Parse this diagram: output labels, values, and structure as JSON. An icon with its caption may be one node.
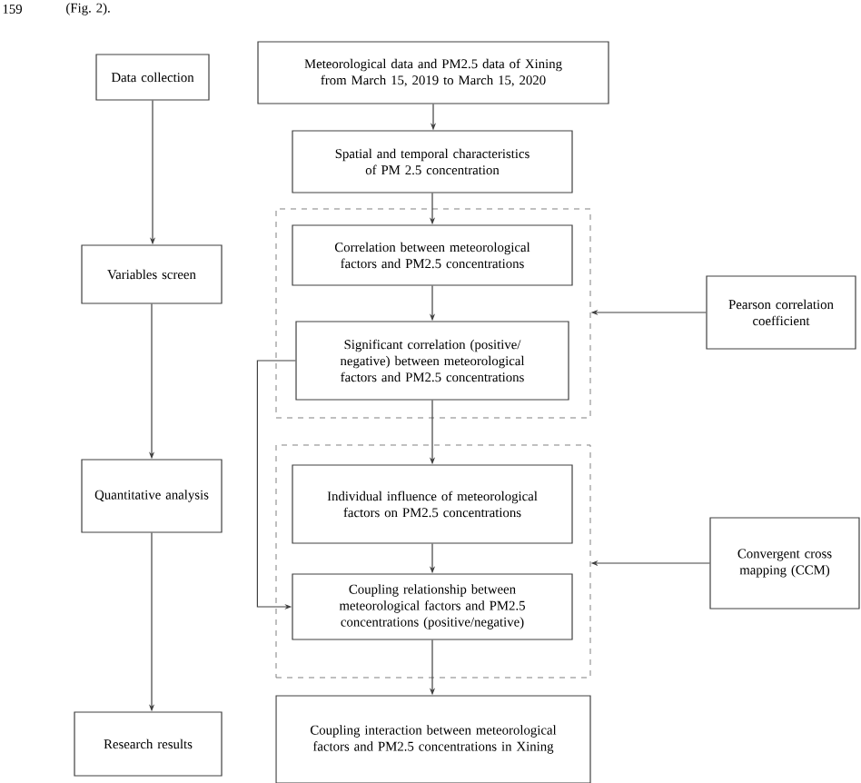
{
  "diagram": {
    "nodes": [
      {
        "text": [
          "Data collection"
        ]
      },
      {
        "text": [
          "Variables screen"
        ]
      },
      {
        "text": [
          "Quantitative analysis"
        ]
      },
      {
        "text": [
          "Research results"
        ]
      },
      {
        "text": [
          "Meteorological data and PM2.5 data of Xining from March 15, 2019 to March 15, 2020"
        ]
      },
      {
        "text": [
          "Spatial and temporal characteristics of PM 2.5 concentration"
        ]
      },
      {
        "text": [],
        "shape": "box"
      },
      {
        "text": [
          "Correlation between meteorological factors and PM2.5 concentrations"
        ],
        "in": 6
      },
      {
        "text": [
          "Significant correlation (positive/ negative) between meteorological factors and PM2.5 concentrations"
        ],
        "in": 6
      },
      {
        "text": [],
        "shape": "box"
      },
      {
        "text": [
          "Individual influence of meteorological factors on PM2.5 concentrations"
        ],
        "in": 9
      },
      {
        "text": [
          "Coupling relationship between meteorological factors and PM2.5 concentrations (positive/negative)"
        ],
        "in": 9
      },
      {
        "text": [
          "Coupling interaction between meteorological factors and PM2.5 concentrations in Xining"
        ]
      },
      {
        "text": [
          "Pearson correlation coefficient"
        ]
      },
      {
        "text": [
          "Convergent cross mapping (CCM)"
        ]
      }
    ],
    "edges": [
      {
        "from": 0,
        "to": 1,
        "arrow": "to"
      },
      {
        "from": 1,
        "to": 2,
        "arrow": "to"
      },
      {
        "from": 2,
        "to": 3,
        "arrow": "to"
      },
      {
        "from": 4,
        "to": 5,
        "arrow": "to"
      },
      {
        "from": 5,
        "to": 7,
        "arrow": "to"
      },
      {
        "from": 7,
        "to": 8,
        "arrow": "to"
      },
      {
        "from": 8,
        "to": 10,
        "arrow": "to"
      },
      {
        "from": 10,
        "to": 11,
        "arrow": "to"
      },
      {
        "from": 11,
        "to": 12,
        "arrow": "to"
      },
      {
        "from": 8,
        "to": 11,
        "arrow": "to"
      },
      {
        "from": 13,
        "to": 6,
        "arrow": "to"
      },
      {
        "from": 14,
        "to": 9,
        "arrow": "to"
      }
    ],
    "labels": [
      "159",
      "(Fig. 2)."
    ]
  }
}
